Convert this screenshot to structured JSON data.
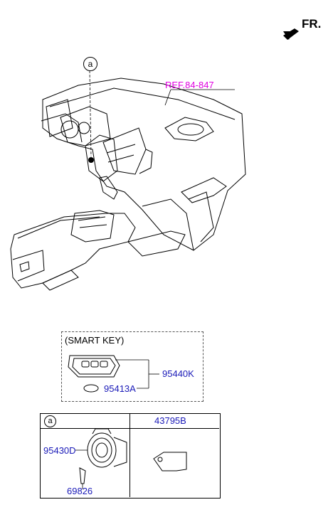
{
  "direction": {
    "label": "FR.",
    "icon": "arrow-forward-icon"
  },
  "reference": {
    "label": "REF.84-847",
    "color": "#e000e0"
  },
  "callout": {
    "letter": "a"
  },
  "smart_key": {
    "title": "(SMART KEY)",
    "parts": [
      {
        "number": "95440K"
      },
      {
        "number": "95413A"
      }
    ]
  },
  "detail_table": {
    "left_header": "a",
    "right_header": "43795B",
    "parts": [
      {
        "number": "95430D"
      },
      {
        "number": "69826"
      }
    ]
  },
  "colors": {
    "part_number": "#1a1ab8",
    "line": "#000000"
  }
}
